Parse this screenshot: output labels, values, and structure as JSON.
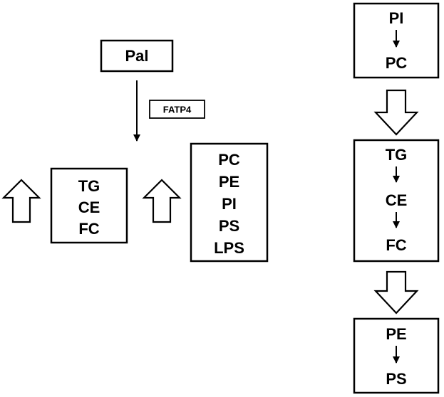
{
  "left": {
    "source_label": "Pal",
    "enzyme_label": "FATP4",
    "neutral_lipids": [
      "TG",
      "CE",
      "FC"
    ],
    "phospholipids": [
      "PC",
      "PE",
      "PI",
      "PS",
      "LPS"
    ]
  },
  "right": {
    "step1": [
      "PI",
      "PC"
    ],
    "step2": [
      "TG",
      "CE",
      "FC"
    ],
    "step3": [
      "PE",
      "PS"
    ]
  }
}
